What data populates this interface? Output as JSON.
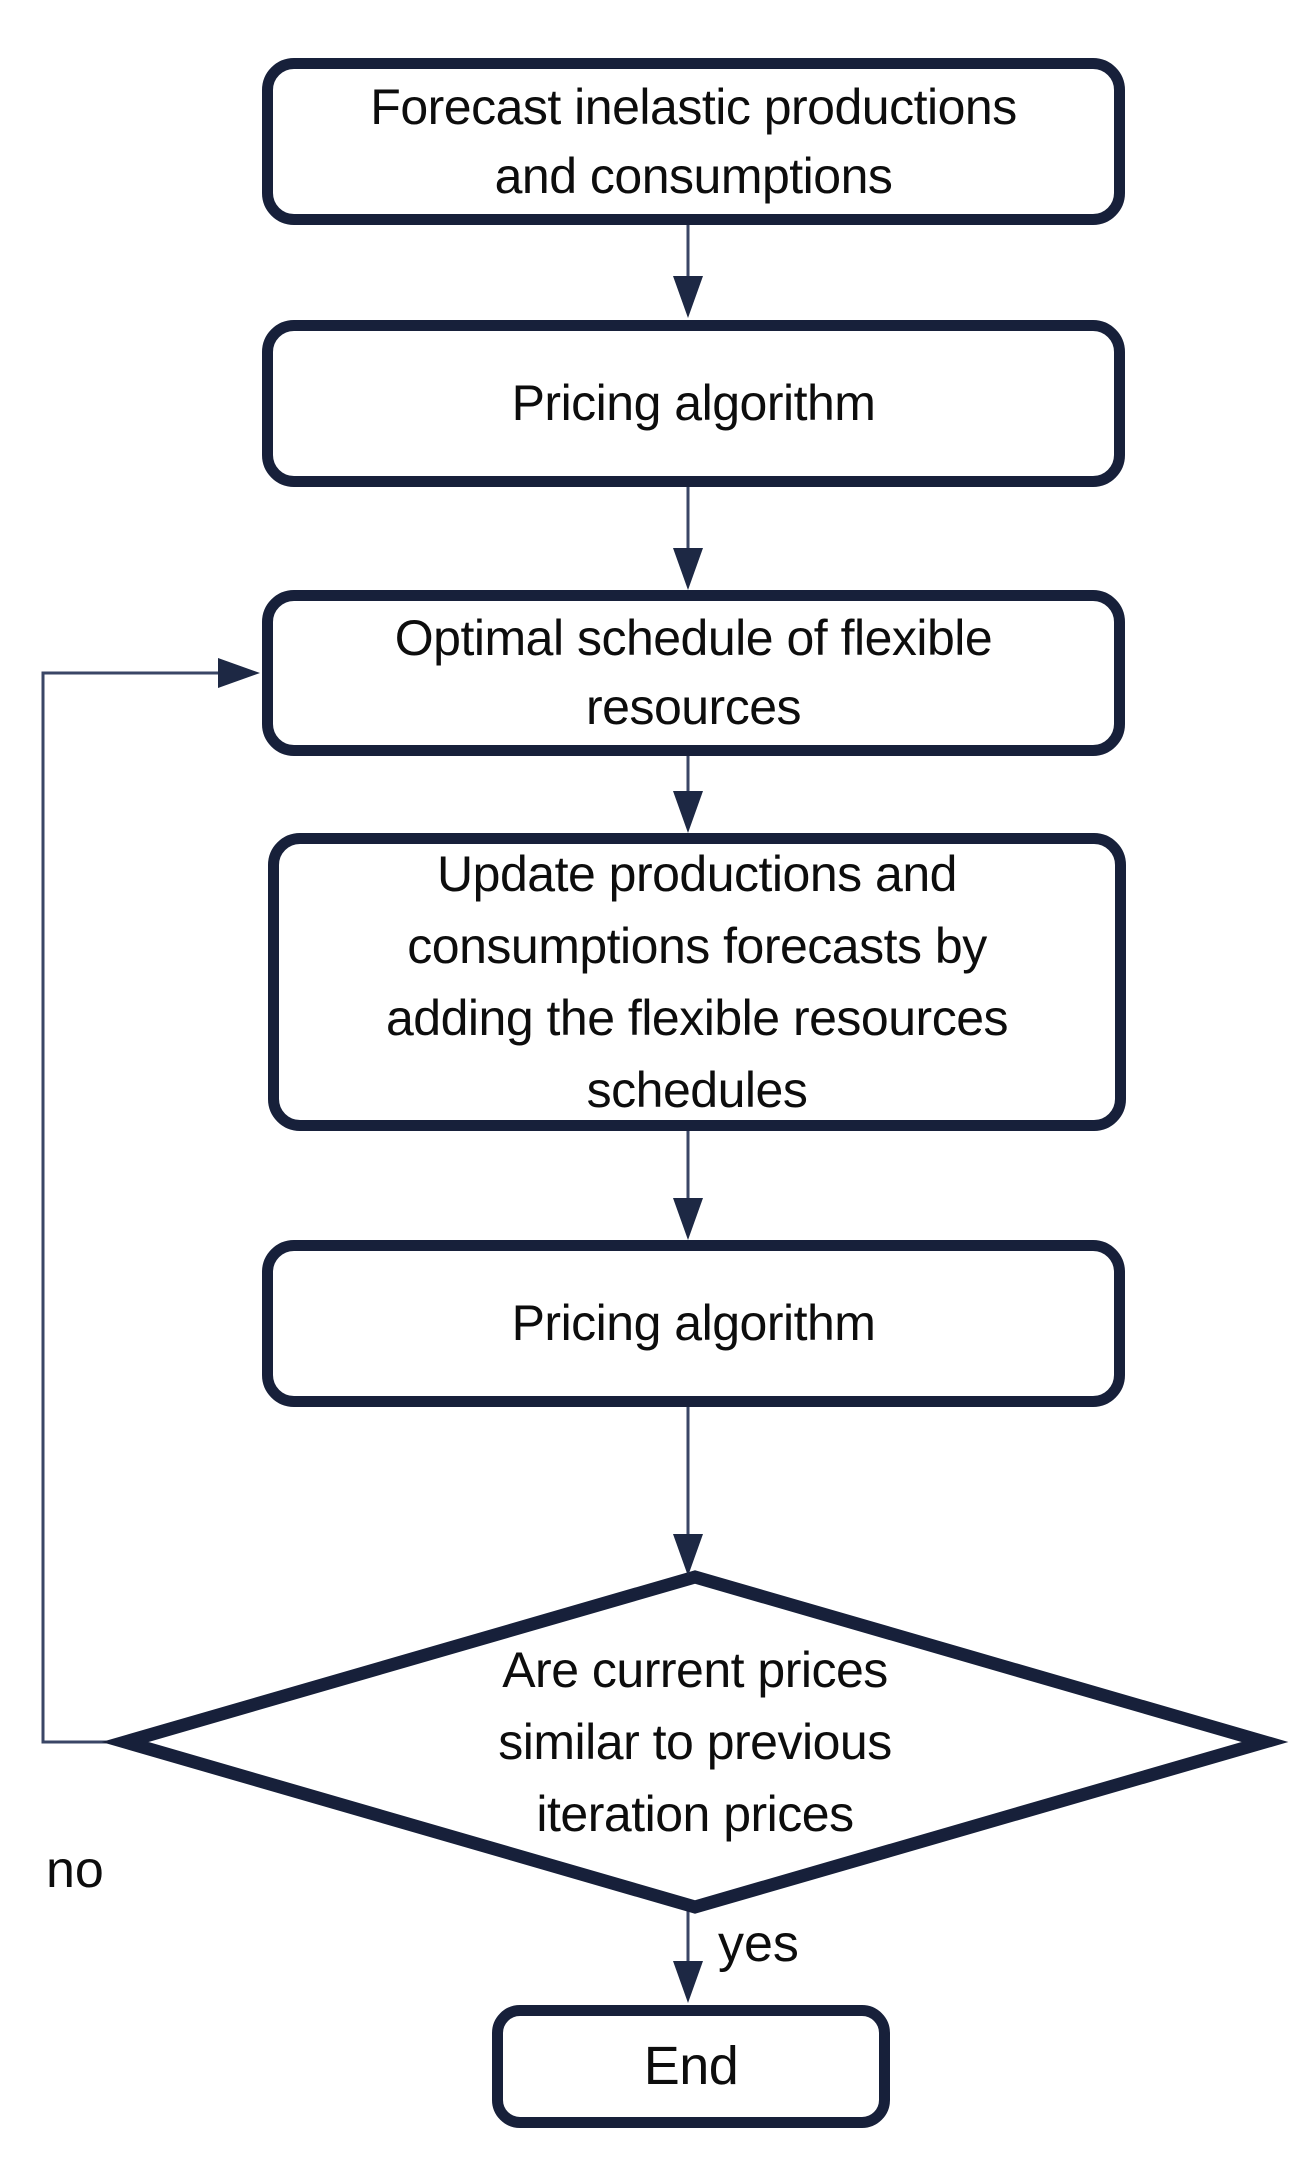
{
  "diagram": {
    "type": "flowchart",
    "background": "#ffffff",
    "colors": {
      "shape_border": "#17203a",
      "shape_fill": "#ffffff",
      "connector_line": "#3a4666",
      "arrowhead": "#1d2844",
      "text": "#0d0d0d"
    },
    "nodes": [
      {
        "id": "forecast",
        "shape": "rounded-rect",
        "label": "Forecast inelastic productions\nand consumptions"
      },
      {
        "id": "pricing1",
        "shape": "rounded-rect",
        "label": "Pricing algorithm"
      },
      {
        "id": "optimal",
        "shape": "rounded-rect",
        "label": "Optimal schedule of flexible\nresources"
      },
      {
        "id": "update",
        "shape": "rounded-rect",
        "label": "Update productions and\nconsumptions forecasts by\nadding the flexible resources\nschedules"
      },
      {
        "id": "pricing2",
        "shape": "rounded-rect",
        "label": "Pricing algorithm"
      },
      {
        "id": "decision",
        "shape": "diamond",
        "label": "Are current prices\nsimilar to previous\niteration prices"
      },
      {
        "id": "end",
        "shape": "rounded-rect",
        "label": "End"
      }
    ],
    "edges": [
      {
        "from": "forecast",
        "to": "pricing1",
        "label": ""
      },
      {
        "from": "pricing1",
        "to": "optimal",
        "label": ""
      },
      {
        "from": "optimal",
        "to": "update",
        "label": ""
      },
      {
        "from": "update",
        "to": "pricing2",
        "label": ""
      },
      {
        "from": "pricing2",
        "to": "decision",
        "label": ""
      },
      {
        "from": "decision",
        "to": "optimal",
        "label": "no"
      },
      {
        "from": "decision",
        "to": "end",
        "label": "yes"
      }
    ]
  }
}
